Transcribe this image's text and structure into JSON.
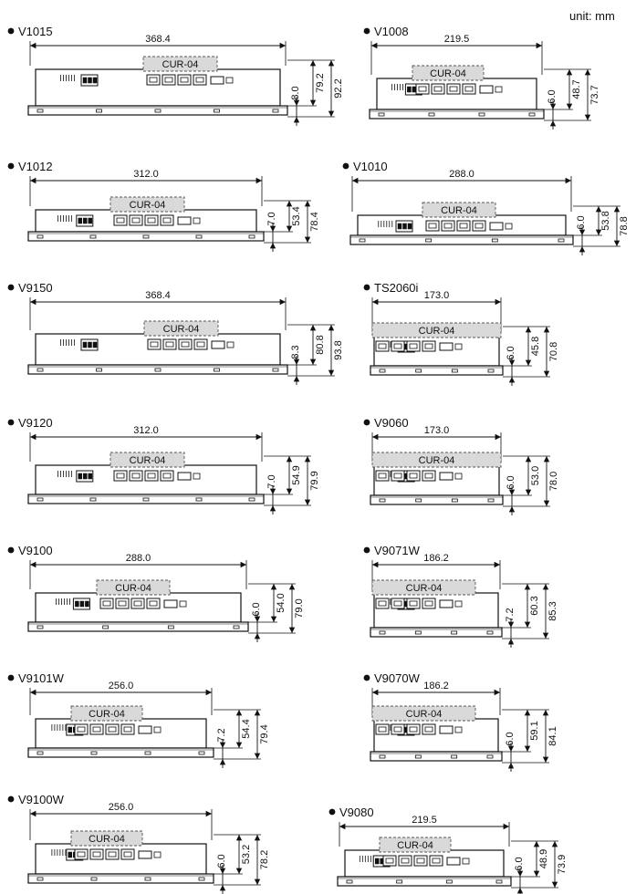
{
  "unit_label": "unit: mm",
  "cur_label": "CUR-04",
  "panels": [
    {
      "model": "V1015",
      "width": "368.4",
      "a": "8.0",
      "b": "79.2",
      "c": "92.2"
    },
    {
      "model": "V1008",
      "width": "219.5",
      "a": "6.0",
      "b": "48.7",
      "c": "73.7"
    },
    {
      "model": "V1012",
      "width": "312.0",
      "a": "7.0",
      "b": "53.4",
      "c": "78.4"
    },
    {
      "model": "V1010",
      "width": "288.0",
      "a": "6.0",
      "b": "53.8",
      "c": "78.8"
    },
    {
      "model": "V9150",
      "width": "368.4",
      "a": "8.3",
      "b": "80.8",
      "c": "93.8"
    },
    {
      "model": "TS2060i",
      "width": "173.0",
      "a": "6.0",
      "b": "45.8",
      "c": "70.8"
    },
    {
      "model": "V9120",
      "width": "312.0",
      "a": "7.0",
      "b": "54.9",
      "c": "79.9"
    },
    {
      "model": "V9060",
      "width": "173.0",
      "a": "6.0",
      "b": "53.0",
      "c": "78.0"
    },
    {
      "model": "V9100",
      "width": "288.0",
      "a": "6.0",
      "b": "54.0",
      "c": "79.0"
    },
    {
      "model": "V9071W",
      "width": "186.2",
      "a": "7.2",
      "b": "60.3",
      "c": "85.3"
    },
    {
      "model": "V9101W",
      "width": "256.0",
      "a": "7.2",
      "b": "54.4",
      "c": "79.4"
    },
    {
      "model": "V9070W",
      "width": "186.2",
      "a": "6.0",
      "b": "59.1",
      "c": "84.1"
    },
    {
      "model": "V9100W",
      "width": "256.0",
      "a": "6.0",
      "b": "53.2",
      "c": "78.2"
    },
    {
      "model": "V9080",
      "width": "219.5",
      "a": "6.0",
      "b": "48.9",
      "c": "73.9"
    }
  ]
}
